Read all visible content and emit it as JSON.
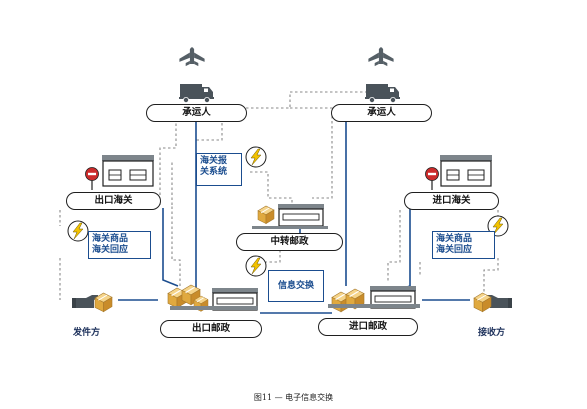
{
  "carrier_left": {
    "label": "承运人",
    "icons": [
      "airplane-icon",
      "truck-icon"
    ]
  },
  "carrier_right": {
    "label": "承运人",
    "icons": [
      "airplane-icon",
      "truck-icon"
    ]
  },
  "export_customs": {
    "label": "出口海关",
    "icons": [
      "customs-building-icon",
      "no-entry-sign-icon"
    ]
  },
  "import_customs": {
    "label": "进口海关",
    "icons": [
      "customs-building-icon",
      "no-entry-sign-icon"
    ]
  },
  "transit_post": {
    "label": "中转邮政",
    "icons": [
      "post-office-icon",
      "parcel-icon"
    ]
  },
  "export_post": {
    "label": "出口邮政",
    "icons": [
      "post-office-icon",
      "parcel-stack-icon"
    ]
  },
  "import_post": {
    "label": "进口邮政",
    "icons": [
      "post-office-icon",
      "parcel-stack-icon"
    ]
  },
  "sender": {
    "label": "发件方",
    "icons": [
      "hand-icon",
      "parcel-icon"
    ]
  },
  "receiver": {
    "label": "接收方",
    "icons": [
      "hand-icon",
      "parcel-icon"
    ]
  },
  "box_customs_system": {
    "lines": [
      "海关报",
      "关系统"
    ],
    "icon": "lightning-icon"
  },
  "box_goods_left": {
    "lines": [
      "海关商品",
      "海关回应"
    ],
    "icon": "lightning-icon"
  },
  "box_goods_right": {
    "lines": [
      "海关商品",
      "海关回应"
    ],
    "icon": "lightning-icon"
  },
  "box_info_exchange": {
    "lines": [
      "信息交换"
    ],
    "icon": "lightning-icon"
  },
  "caption": "图11 — 电子信息交换",
  "colors": {
    "flow_line": "#1b4d8f",
    "info_line": "#8a8a8a",
    "outline": "#1f1f1f",
    "parcel": "#e3b25a",
    "lightning": "#f2c200",
    "icon_dark": "#555f66"
  }
}
